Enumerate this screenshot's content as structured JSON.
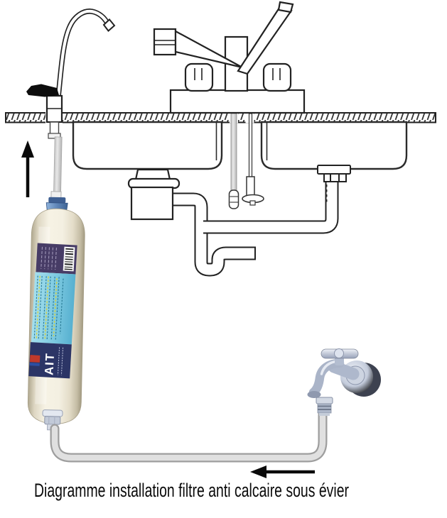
{
  "caption": "Diagramme installation filtre anti calcaire sous évier",
  "filter": {
    "label_text": "AIT"
  },
  "flow_arrows": {
    "left_side": "up",
    "bottom": "left"
  },
  "colors": {
    "line_art": "#222222",
    "supply_tube_gray": "#d8d8d8",
    "filter_body": "#f3efe0",
    "label_purple": "#473c66",
    "label_cyan": "#7cc9e0",
    "label_navy": "#2c3566",
    "logo_red": "#c0392b",
    "fitting_blue": "#5f86b8",
    "tap_chrome": "#b3bdd0"
  }
}
